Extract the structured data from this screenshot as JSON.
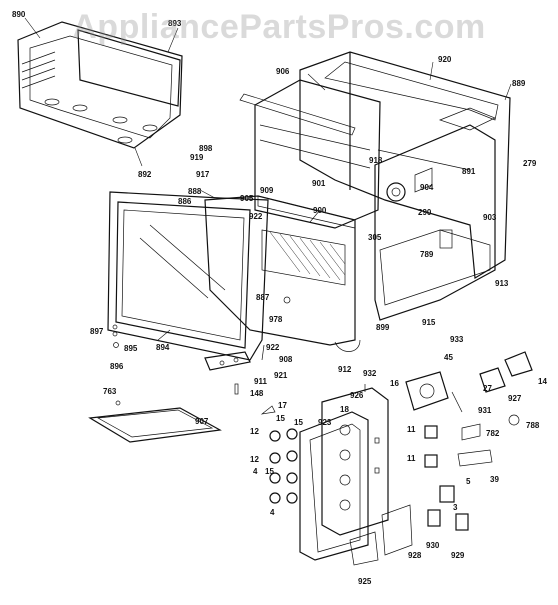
{
  "watermark": "AppliancePartsPros.com",
  "callouts": [
    {
      "id": "c890",
      "text": "890"
    },
    {
      "id": "c893",
      "text": "893"
    },
    {
      "id": "c892",
      "text": "892"
    },
    {
      "id": "c906",
      "text": "906"
    },
    {
      "id": "c920",
      "text": "920"
    },
    {
      "id": "c889",
      "text": "889"
    },
    {
      "id": "c898",
      "text": "898"
    },
    {
      "id": "c919",
      "text": "919"
    },
    {
      "id": "c918",
      "text": "918"
    },
    {
      "id": "c279",
      "text": "279"
    },
    {
      "id": "c917",
      "text": "917"
    },
    {
      "id": "c909",
      "text": "909"
    },
    {
      "id": "c901",
      "text": "901"
    },
    {
      "id": "c904",
      "text": "904"
    },
    {
      "id": "c891",
      "text": "891"
    },
    {
      "id": "c888",
      "text": "888"
    },
    {
      "id": "c886",
      "text": "886"
    },
    {
      "id": "c905",
      "text": "905"
    },
    {
      "id": "c900",
      "text": "900"
    },
    {
      "id": "c922a",
      "text": "922"
    },
    {
      "id": "c290",
      "text": "290"
    },
    {
      "id": "c903",
      "text": "903"
    },
    {
      "id": "c305",
      "text": "305"
    },
    {
      "id": "c789",
      "text": "789"
    },
    {
      "id": "c913",
      "text": "913"
    },
    {
      "id": "c887",
      "text": "887"
    },
    {
      "id": "c978",
      "text": "978"
    },
    {
      "id": "c899",
      "text": "899"
    },
    {
      "id": "c915",
      "text": "915"
    },
    {
      "id": "c897",
      "text": "897"
    },
    {
      "id": "c895",
      "text": "895"
    },
    {
      "id": "c894",
      "text": "894"
    },
    {
      "id": "c922b",
      "text": "922"
    },
    {
      "id": "c908",
      "text": "908"
    },
    {
      "id": "c933",
      "text": "933"
    },
    {
      "id": "c896",
      "text": "896"
    },
    {
      "id": "c912",
      "text": "912"
    },
    {
      "id": "c45",
      "text": "45"
    },
    {
      "id": "c911",
      "text": "911"
    },
    {
      "id": "c921",
      "text": "921"
    },
    {
      "id": "c932",
      "text": "932"
    },
    {
      "id": "c148",
      "text": "148"
    },
    {
      "id": "c16",
      "text": "16"
    },
    {
      "id": "c27",
      "text": "27"
    },
    {
      "id": "c14",
      "text": "14"
    },
    {
      "id": "c763",
      "text": "763"
    },
    {
      "id": "c926",
      "text": "926"
    },
    {
      "id": "c927",
      "text": "927"
    },
    {
      "id": "c18",
      "text": "18"
    },
    {
      "id": "c931",
      "text": "931"
    },
    {
      "id": "c907",
      "text": "907"
    },
    {
      "id": "c17",
      "text": "17"
    },
    {
      "id": "c923",
      "text": "923"
    },
    {
      "id": "c11a",
      "text": "11"
    },
    {
      "id": "c782",
      "text": "782"
    },
    {
      "id": "c788",
      "text": "788"
    },
    {
      "id": "c12a",
      "text": "12"
    },
    {
      "id": "c15a",
      "text": "15"
    },
    {
      "id": "c15b",
      "text": "15"
    },
    {
      "id": "c11b",
      "text": "11"
    },
    {
      "id": "c12b",
      "text": "12"
    },
    {
      "id": "c15c",
      "text": "15"
    },
    {
      "id": "c39",
      "text": "39"
    },
    {
      "id": "c5",
      "text": "5"
    },
    {
      "id": "c4a",
      "text": "4"
    },
    {
      "id": "c3",
      "text": "3"
    },
    {
      "id": "c4b",
      "text": "4"
    },
    {
      "id": "c928",
      "text": "928"
    },
    {
      "id": "c930",
      "text": "930"
    },
    {
      "id": "c929",
      "text": "929"
    },
    {
      "id": "c925",
      "text": "925"
    }
  ]
}
